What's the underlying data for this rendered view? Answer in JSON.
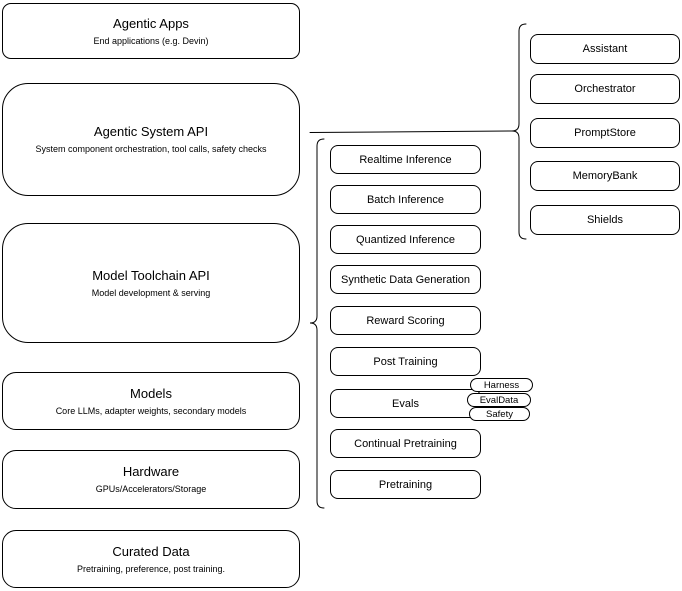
{
  "diagram": {
    "left_stack": [
      {
        "title": "Agentic Apps",
        "subtitle": "End applications (e.g. Devin)"
      },
      {
        "title": "Agentic System API",
        "subtitle": "System component orchestration, tool calls, safety checks"
      },
      {
        "title": "Model Toolchain API",
        "subtitle": "Model development & serving"
      },
      {
        "title": "Models",
        "subtitle": "Core LLMs, adapter weights, secondary models"
      },
      {
        "title": "Hardware",
        "subtitle": "GPUs/Accelerators/Storage"
      },
      {
        "title": "Curated Data",
        "subtitle": "Pretraining, preference, post training."
      }
    ],
    "toolchain_items": [
      {
        "label": "Realtime Inference"
      },
      {
        "label": "Batch Inference"
      },
      {
        "label": "Quantized Inference"
      },
      {
        "label": "Synthetic Data Generation"
      },
      {
        "label": "Reward Scoring"
      },
      {
        "label": "Post Training"
      },
      {
        "label": "Evals"
      },
      {
        "label": "Continual Pretraining"
      },
      {
        "label": "Pretraining"
      }
    ],
    "eval_tags": [
      {
        "label": "Harness"
      },
      {
        "label": "EvalData"
      },
      {
        "label": "Safety"
      }
    ],
    "system_components": [
      {
        "label": "Assistant"
      },
      {
        "label": "Orchestrator"
      },
      {
        "label": "PromptStore"
      },
      {
        "label": "MemoryBank"
      },
      {
        "label": "Shields"
      }
    ],
    "colors": {
      "stroke": "#000000",
      "fill": "#ffffff",
      "background": "#ffffff",
      "text": "#000000"
    }
  }
}
